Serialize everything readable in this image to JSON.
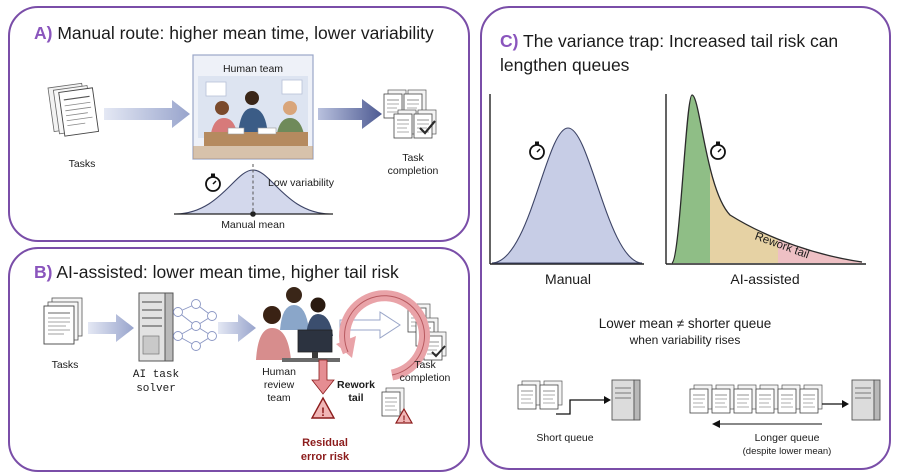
{
  "panel_a": {
    "letter": "A)",
    "title": "Manual route: higher mean time, lower variability",
    "tasks_label": "Tasks",
    "team_label": "Human team",
    "output_label_1": "Task",
    "output_label_2": "completion",
    "variability_label": "Low variability",
    "mean_label": "Manual mean"
  },
  "panel_b": {
    "letter": "B)",
    "title": "AI-assisted: lower mean time, higher tail risk",
    "tasks_label": "Tasks",
    "solver_label_1": "AI task",
    "solver_label_2": "solver",
    "review_label_1": "Human",
    "review_label_2": "review",
    "review_label_3": "team",
    "rework_label_1": "Rework",
    "rework_label_2": "tail",
    "output_label_1": "Task",
    "output_label_2": "completion",
    "risk_label_1": "Residual",
    "risk_label_2": "error risk"
  },
  "panel_c": {
    "letter": "C)",
    "title_line_1": "The variance trap: Increased tail risk can",
    "title_line_2": "lengthen queues",
    "manual_label": "Manual",
    "ai_label": "AI-assisted",
    "rework_tail_label": "Rework tail",
    "headline": "Lower mean ≠ shorter queue",
    "subline": "when variability rises",
    "short_queue_label": "Short queue",
    "long_queue_label_1": "Longer queue",
    "long_queue_label_2": "(despite lower mean)"
  },
  "colors": {
    "panel_border": "#7a4ea8",
    "letter": "#8a55bd",
    "arrow": "#a9b3d3",
    "manual_curve": "#c7cde6",
    "ai_green": "#8fbe86",
    "ai_tan": "#e6d2a4",
    "ai_pink": "#eec0c4",
    "risk_red": "#8c1c1c"
  }
}
